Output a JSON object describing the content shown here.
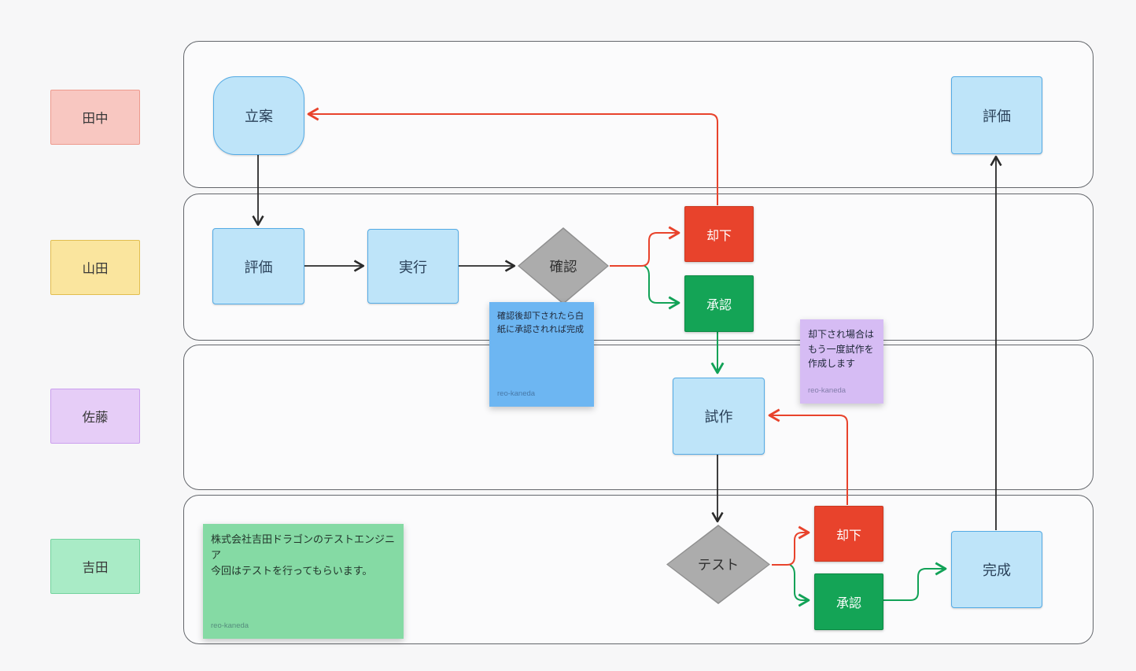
{
  "canvas": {
    "background": "#F7F7F8"
  },
  "actors": [
    {
      "id": "tanaka",
      "label": "田中",
      "fill": "#F8C7C1",
      "border": "#EE9A8E"
    },
    {
      "id": "yamada",
      "label": "山田",
      "fill": "#FAE59E",
      "border": "#E2BE4F"
    },
    {
      "id": "sato",
      "label": "佐藤",
      "fill": "#E6CDF7",
      "border": "#CBA0EE"
    },
    {
      "id": "yoshida",
      "label": "吉田",
      "fill": "#A9EBC6",
      "border": "#74D39E"
    }
  ],
  "nodes": {
    "ritsuan": {
      "label": "立案",
      "type": "terminator"
    },
    "hyoka_top": {
      "label": "評価",
      "type": "process"
    },
    "hyoka": {
      "label": "評価",
      "type": "process"
    },
    "jikko": {
      "label": "実行",
      "type": "process"
    },
    "kakunin": {
      "label": "確認",
      "type": "decision"
    },
    "kyakka_mid": {
      "label": "却下",
      "type": "status-rejected"
    },
    "shonin_mid": {
      "label": "承認",
      "type": "status-approved"
    },
    "shisaku": {
      "label": "試作",
      "type": "process"
    },
    "test": {
      "label": "テスト",
      "type": "decision"
    },
    "kyakka_btm": {
      "label": "却下",
      "type": "status-rejected"
    },
    "shonin_btm": {
      "label": "承認",
      "type": "status-approved"
    },
    "kansei": {
      "label": "完成",
      "type": "process"
    }
  },
  "stickies": {
    "blue": {
      "text": "確認後却下されたら白紙に承認されれば完成",
      "author": "reo-kaneda",
      "fill": "#6DB6F2"
    },
    "violet": {
      "text": "却下され場合は\nもう一度試作を\n作成します",
      "author": "reo-kaneda",
      "fill": "#D6BCF4"
    },
    "green": {
      "text": "株式会社吉田ドラゴンのテストエンジニア\n今回はテストを行ってもらいます。",
      "author": "reo-kaneda",
      "fill": "#85DAA4"
    }
  },
  "colors": {
    "node_blue_fill": "#BEE4F9",
    "node_blue_border": "#54ABE5",
    "diamond_fill": "#ACACAC",
    "reject_red": "#E8432C",
    "approve_green": "#14A456",
    "arrow_black": "#2A2A2A",
    "arrow_red": "#E8432C",
    "arrow_green": "#12A257"
  }
}
